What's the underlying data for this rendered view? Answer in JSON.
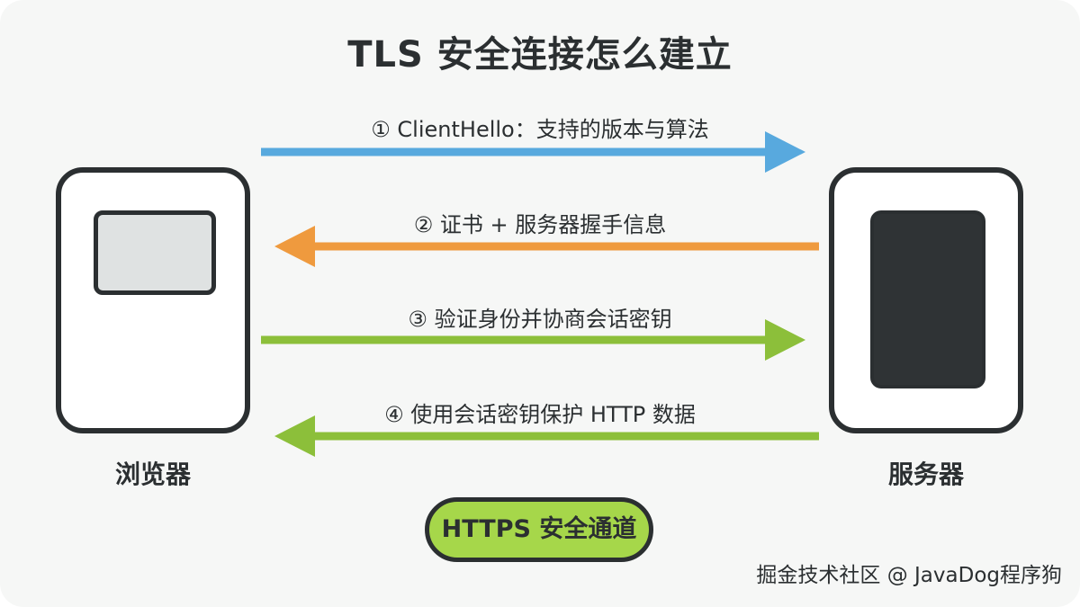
{
  "title": "TLS 安全连接怎么建立",
  "client": {
    "label": "浏览器"
  },
  "server": {
    "label": "服务器"
  },
  "steps": [
    {
      "label": "① ClientHello：支持的版本与算法",
      "direction": "client-to-server",
      "color": "#58a9de"
    },
    {
      "label": "② 证书 + 服务器握手信息",
      "direction": "server-to-client",
      "color": "#ef9a3e"
    },
    {
      "label": "③ 验证身份并协商会话密钥",
      "direction": "client-to-server",
      "color": "#8cbf3a"
    },
    {
      "label": "④ 使用会话密钥保护 HTTP 数据",
      "direction": "server-to-client",
      "color": "#8cbf3a"
    }
  ],
  "badge": {
    "label": "HTTPS 安全通道",
    "color": "#a6d74a"
  },
  "watermark": "掘金技术社区 @ JavaDog程序狗"
}
